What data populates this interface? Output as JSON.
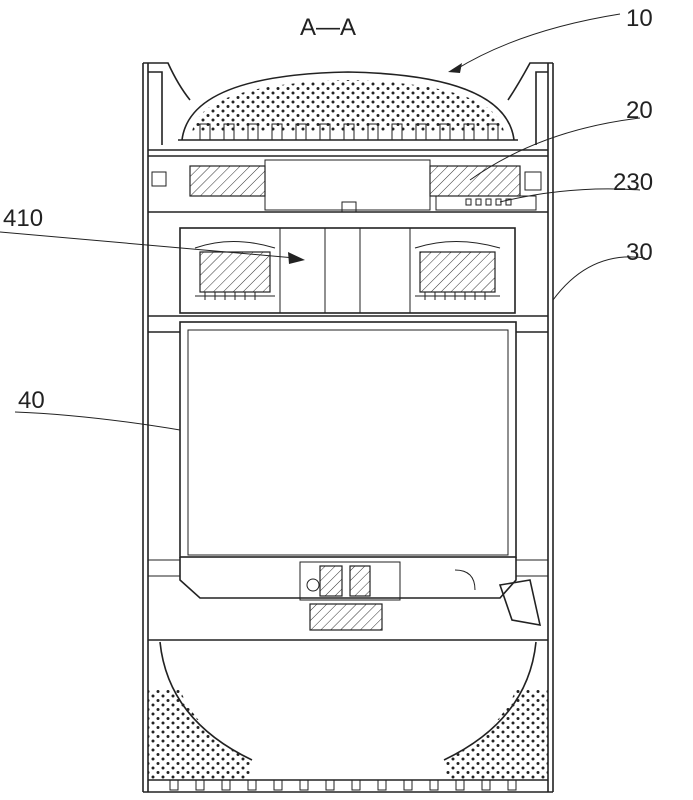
{
  "section_title": "A—A",
  "labels": {
    "top_cover": "10",
    "board": "20",
    "component_230": "230",
    "housing": "30",
    "motor": "410",
    "container": "40"
  }
}
